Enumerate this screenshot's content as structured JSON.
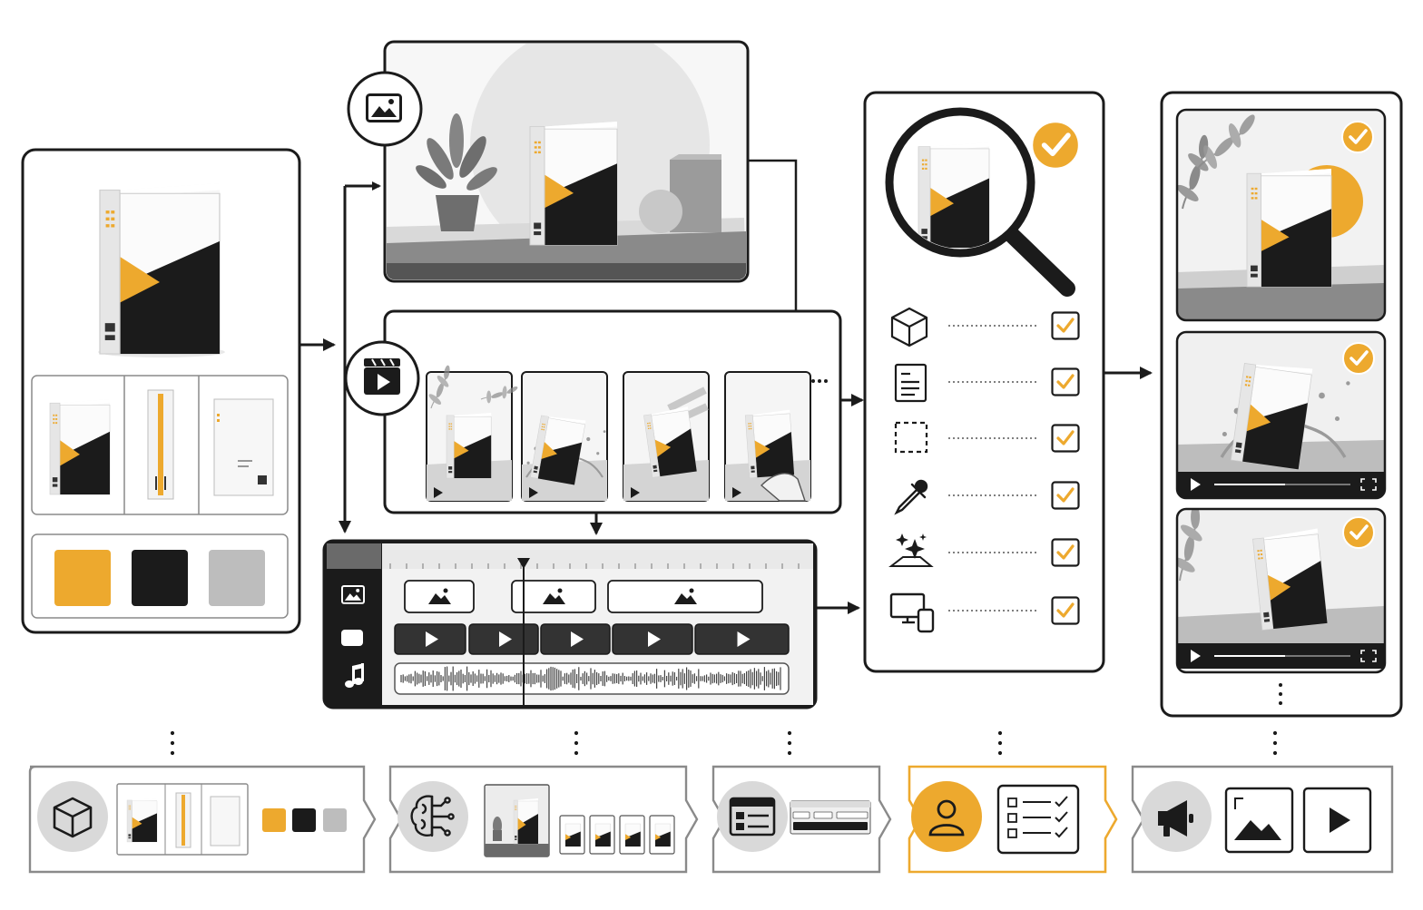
{
  "colors": {
    "accent": "#EDA92E",
    "ink": "#1B1B1B",
    "gray": "#BDBDBD",
    "light": "#EFEFEF",
    "paper": "#FFFFFF"
  },
  "product": {
    "palette": [
      "#EDA92E",
      "#1B1B1B",
      "#BDBDBD"
    ],
    "views": [
      "front",
      "side",
      "back"
    ]
  },
  "video_frames": [
    "plant-shadow",
    "water-splash",
    "motion-blur",
    "hand-held"
  ],
  "qc_checks": [
    {
      "icon": "cube-icon",
      "passed": true
    },
    {
      "icon": "document-icon",
      "passed": true
    },
    {
      "icon": "crop-frame-icon",
      "passed": true
    },
    {
      "icon": "eyedropper-icon",
      "passed": true
    },
    {
      "icon": "sparkle-icon",
      "passed": true
    },
    {
      "icon": "devices-icon",
      "passed": true
    }
  ],
  "timeline": {
    "tracks": [
      "image-track",
      "video-track",
      "audio-track"
    ],
    "image_clips": 3,
    "video_clips": 5
  },
  "outputs": [
    {
      "kind": "image",
      "approved": true
    },
    {
      "kind": "video",
      "approved": true
    },
    {
      "kind": "video",
      "approved": true
    }
  ],
  "pipeline": [
    {
      "icon": "cube-icon",
      "highlight": false
    },
    {
      "icon": "ai-brain-icon",
      "highlight": false
    },
    {
      "icon": "editor-layout-icon",
      "highlight": false
    },
    {
      "icon": "user-review-icon",
      "highlight": true
    },
    {
      "icon": "megaphone-icon",
      "highlight": false
    }
  ]
}
